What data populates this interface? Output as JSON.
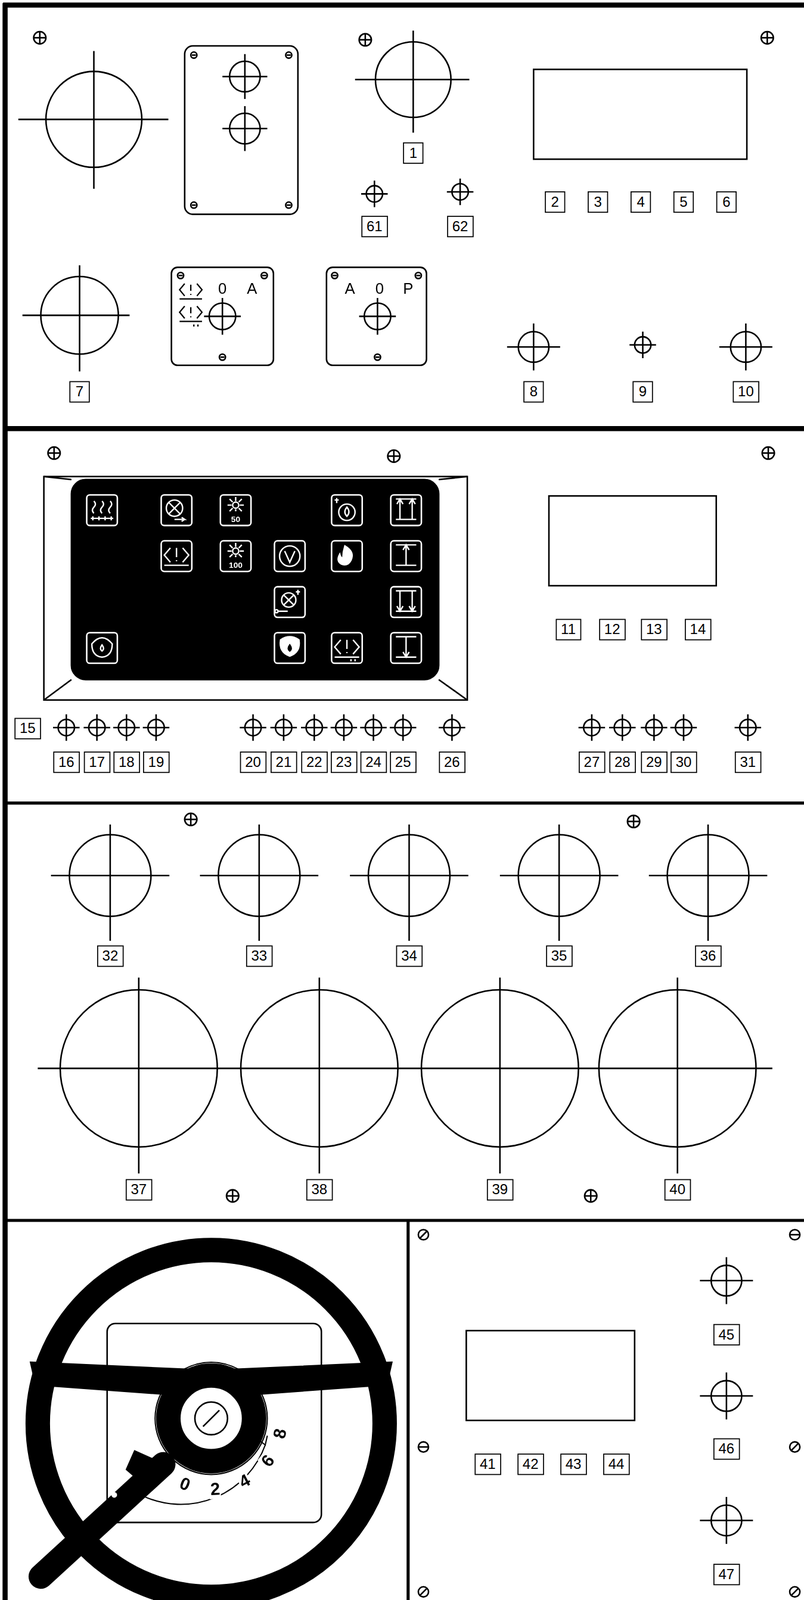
{
  "diagram": {
    "labels": [
      "1",
      "61",
      "62",
      "2",
      "3",
      "4",
      "5",
      "6",
      "0",
      "A",
      "A",
      "0",
      "P",
      "7",
      "8",
      "9",
      "10",
      "50",
      "100",
      "11",
      "12",
      "13",
      "14",
      "15",
      "16",
      "17",
      "18",
      "19",
      "20",
      "21",
      "22",
      "23",
      "24",
      "25",
      "26",
      "27",
      "28",
      "29",
      "30",
      "31",
      "32",
      "33",
      "34",
      "35",
      "36",
      "37",
      "38",
      "39",
      "40",
      "0",
      "2",
      "4",
      "6",
      "8",
      "41",
      "42",
      "43",
      "44",
      "45",
      "46",
      "47"
    ]
  }
}
